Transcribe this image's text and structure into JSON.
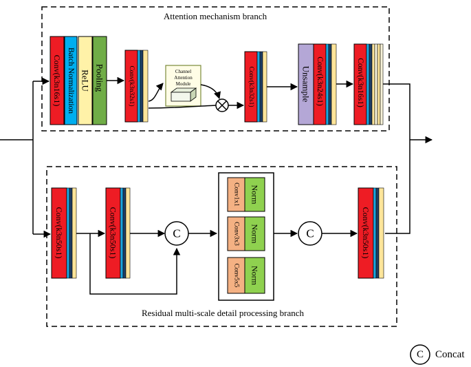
{
  "attention_branch": {
    "title": "Attention mechanism branch",
    "block1": {
      "conv": "Conv(k3n16s1)",
      "bn": "Batch Normalization",
      "relu": "ReLU",
      "pool": "Pooling"
    },
    "block2": {
      "conv": "Conv(k3n32s1)"
    },
    "cam": {
      "line1": "Channel",
      "line2": "Attention",
      "line3": "Module"
    },
    "block3": {
      "conv": "Conv(k3n32s1)"
    },
    "block4": {
      "upsample": "Unsample",
      "conv": "Conv(k3n24s1)"
    },
    "block5": {
      "conv": "Conv(k3n16s1)"
    }
  },
  "residual_branch": {
    "title": "Residual multi-scale detail processing branch",
    "block1": {
      "conv": "Conv(k3n50s1)"
    },
    "block2": {
      "conv": "Conv(k3n50s1)"
    },
    "concat1": "C",
    "multiscale": [
      {
        "conv": "Conv1x1",
        "norm": "Norm"
      },
      {
        "conv": "Conv3x3",
        "norm": "Norm"
      },
      {
        "conv": "Conv5x5",
        "norm": "Norm"
      }
    ],
    "concat2": "C",
    "block3": {
      "conv": "Conv(k3n50s1)"
    }
  },
  "legend": {
    "symbol": "C",
    "label": "Concat"
  },
  "colors": {
    "conv_red": "#ee1c24",
    "cyan": "#1aa7e0",
    "dark": "#1f3f66",
    "yellow": "#fde59a",
    "bn_blue": "#00aeef",
    "relu_yellow": "#fff2a8",
    "pool_green": "#70ad47",
    "upsample_purple": "#b4a7d6",
    "orange": "#f4b183",
    "green": "#8fd14f"
  }
}
